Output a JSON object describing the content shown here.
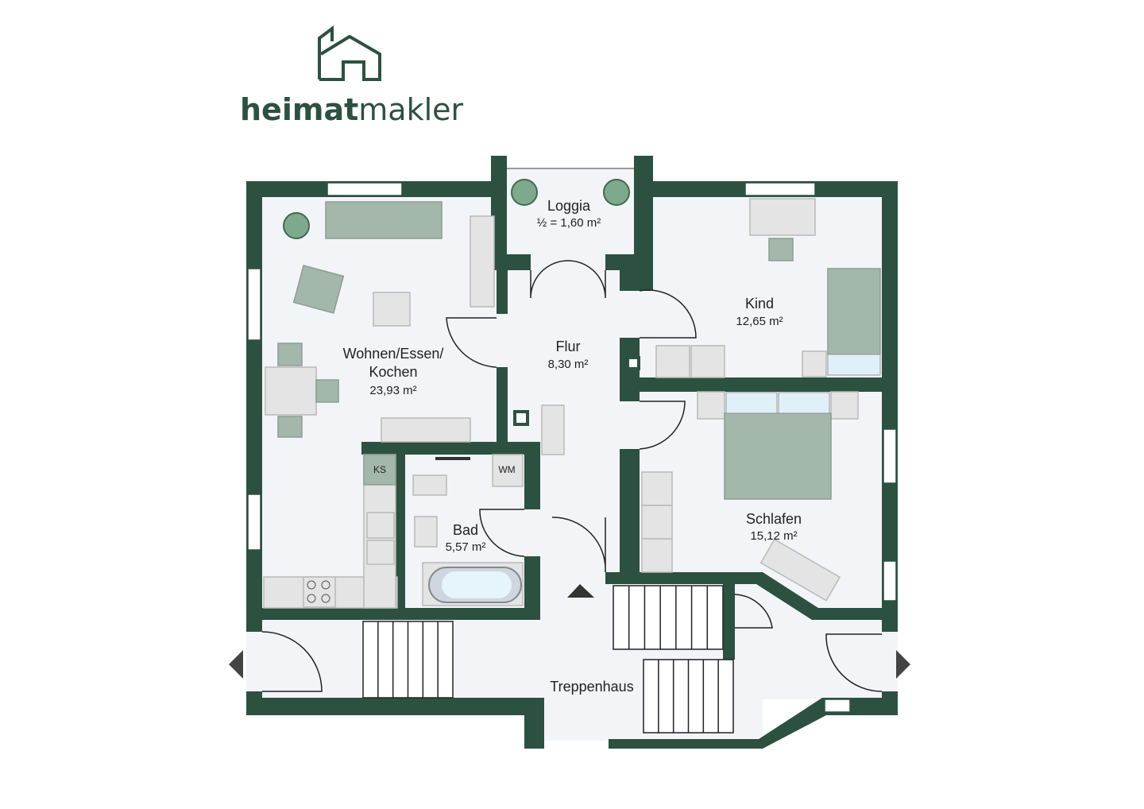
{
  "logo": {
    "brand_bold": "heimat",
    "brand_light": "makler"
  },
  "rooms": {
    "loggia": {
      "name": "Loggia",
      "area": "½ = 1,60 m²"
    },
    "wohnen": {
      "name_line1": "Wohnen/Essen/",
      "name_line2": "Kochen",
      "area": "23,93 m²"
    },
    "flur": {
      "name": "Flur",
      "area": "8,30 m²"
    },
    "kind": {
      "name": "Kind",
      "area": "12,65 m²"
    },
    "schlafen": {
      "name": "Schlafen",
      "area": "15,12 m²"
    },
    "bad": {
      "name": "Bad",
      "area": "5,57 m²"
    },
    "treppenhaus": {
      "name": "Treppenhaus"
    }
  },
  "appliances": {
    "fridge": "KS",
    "washer": "WM"
  },
  "colors": {
    "wall": "#2c5140",
    "floor": "#f3f4f8",
    "furniture_green": "#a3b8ab"
  }
}
